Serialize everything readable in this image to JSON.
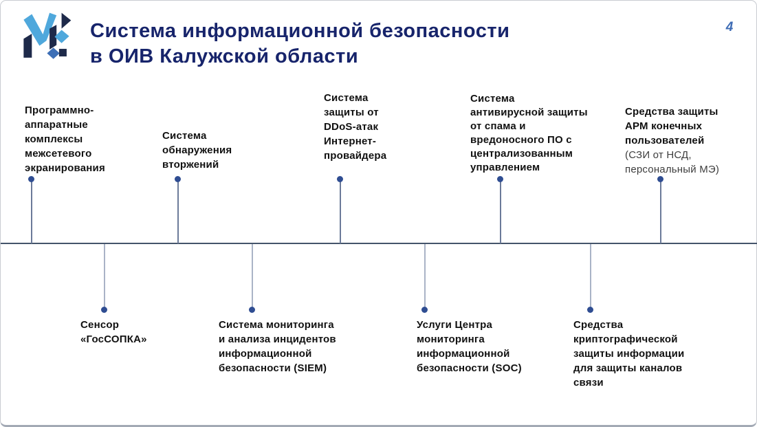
{
  "slide": {
    "title_line1": "Система информационной безопасности",
    "title_line2": "в ОИВ Калужской области",
    "page_number": "4"
  },
  "colors": {
    "title_navy": "#17246B",
    "page_number_blue": "#3E6CB5",
    "text_black": "#111111",
    "text_secondary": "#3D3D3D",
    "timeline": "#44546A",
    "connector_top": "#6B7A99",
    "connector_bottom": "#A9B3C6",
    "dot": "#2F4D92",
    "border": "#C8CBD1",
    "border_bottom": "#A2A9B4",
    "logo_light_blue": "#4FA8DC",
    "logo_mid_blue": "#3D6FB6",
    "logo_navy": "#1E2A4A"
  },
  "diagram": {
    "top_items": [
      {
        "label": "Программно-\nаппаратные\nкомплексы\nмежсетевого\nэкранирования"
      },
      {
        "label": "Система\nобнаружения\nвторжений"
      },
      {
        "label": "Система\nзащиты от\nDDoS-атак\nИнтернет-\nпровайдера"
      },
      {
        "label": "Система\nантивирусной защиты\nот спама и\nвредоносного ПО с\nцентрализованным\nуправлением"
      },
      {
        "label": "Средства защиты\nАРМ конечных\nпользователей",
        "sublabel": "(СЗИ от НСД,\nперсональный МЭ)"
      }
    ],
    "bottom_items": [
      {
        "label": "Сенсор\n«ГосСОПКА»"
      },
      {
        "label": "Система мониторинга\nи анализа инцидентов\nинформационной\nбезопасности (SIEM)"
      },
      {
        "label": "Услуги Центра\nмониторинга\nинформационной\nбезопасности (SOC)"
      },
      {
        "label": "Средства\nкриптографической\nзащиты информации\nдля защиты каналов\nсвязи"
      }
    ]
  }
}
